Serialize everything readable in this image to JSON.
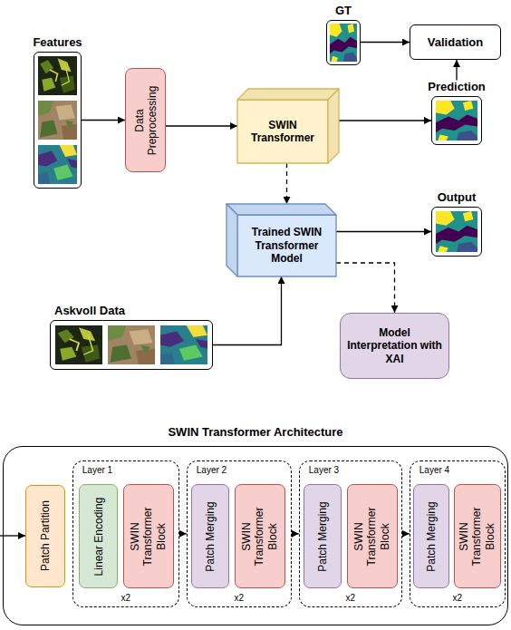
{
  "diagram": {
    "nodes": [
      {
        "text": [
          "Features"
        ]
      },
      {
        "text": [
          "Data Preprocessing"
        ]
      },
      {
        "text": [
          "SWIN Transformer"
        ]
      },
      {
        "text": [
          "GT"
        ]
      },
      {
        "text": [
          "Validation"
        ]
      },
      {
        "text": [
          "Prediction"
        ]
      },
      {
        "text": [
          "Trained SWIN Transformer Model"
        ]
      },
      {
        "text": [
          "Output"
        ]
      },
      {
        "text": [
          "Askvoll Data"
        ]
      },
      {
        "text": [
          "Model Interpretation with XAI"
        ]
      },
      {
        "text": [
          "SWIN Transformer Architecture"
        ]
      },
      {
        "text": [
          "Patch Partition"
        ],
        "in": 10
      },
      {
        "text": [
          "Layer 1",
          "x2"
        ],
        "in": 10
      },
      {
        "text": [
          "Linear Encoding"
        ],
        "in": 12
      },
      {
        "text": [
          "SWIN Transformer Block"
        ],
        "in": 12
      },
      {
        "text": [
          "Layer 2",
          "x2"
        ],
        "in": 10
      },
      {
        "text": [
          "Patch Merging"
        ],
        "in": 15
      },
      {
        "text": [
          "SWIN Transformer Block"
        ],
        "in": 15
      },
      {
        "text": [
          "Layer 3",
          "x2"
        ],
        "in": 10
      },
      {
        "text": [
          "Patch Merging"
        ],
        "in": 18
      },
      {
        "text": [
          "SWIN Transformer Block"
        ],
        "in": 18
      },
      {
        "text": [
          "Layer 4",
          "x2"
        ],
        "in": 10
      },
      {
        "text": [
          "Patch Merging"
        ],
        "in": 21
      },
      {
        "text": [
          "SWIN Transformer Block"
        ],
        "in": 21
      }
    ],
    "edges": [
      {
        "from": 0,
        "to": 1,
        "arrow": "to"
      },
      {
        "from": 1,
        "to": 2,
        "arrow": "to"
      },
      {
        "from": 2,
        "to": 5,
        "arrow": "to"
      },
      {
        "from": 3,
        "to": 4,
        "arrow": "to"
      },
      {
        "from": 5,
        "to": 4,
        "arrow": "to"
      },
      {
        "from": 2,
        "to": 6,
        "arrow": "to"
      },
      {
        "from": 6,
        "to": 7,
        "arrow": "to"
      },
      {
        "from": 6,
        "to": 9,
        "arrow": "to"
      },
      {
        "from": 8,
        "to": 6,
        "arrow": "to"
      },
      {
        "from": 12,
        "to": 15,
        "arrow": "to"
      },
      {
        "from": 15,
        "to": 18,
        "arrow": "to"
      },
      {
        "from": 18,
        "to": 21,
        "arrow": "to"
      }
    ]
  }
}
